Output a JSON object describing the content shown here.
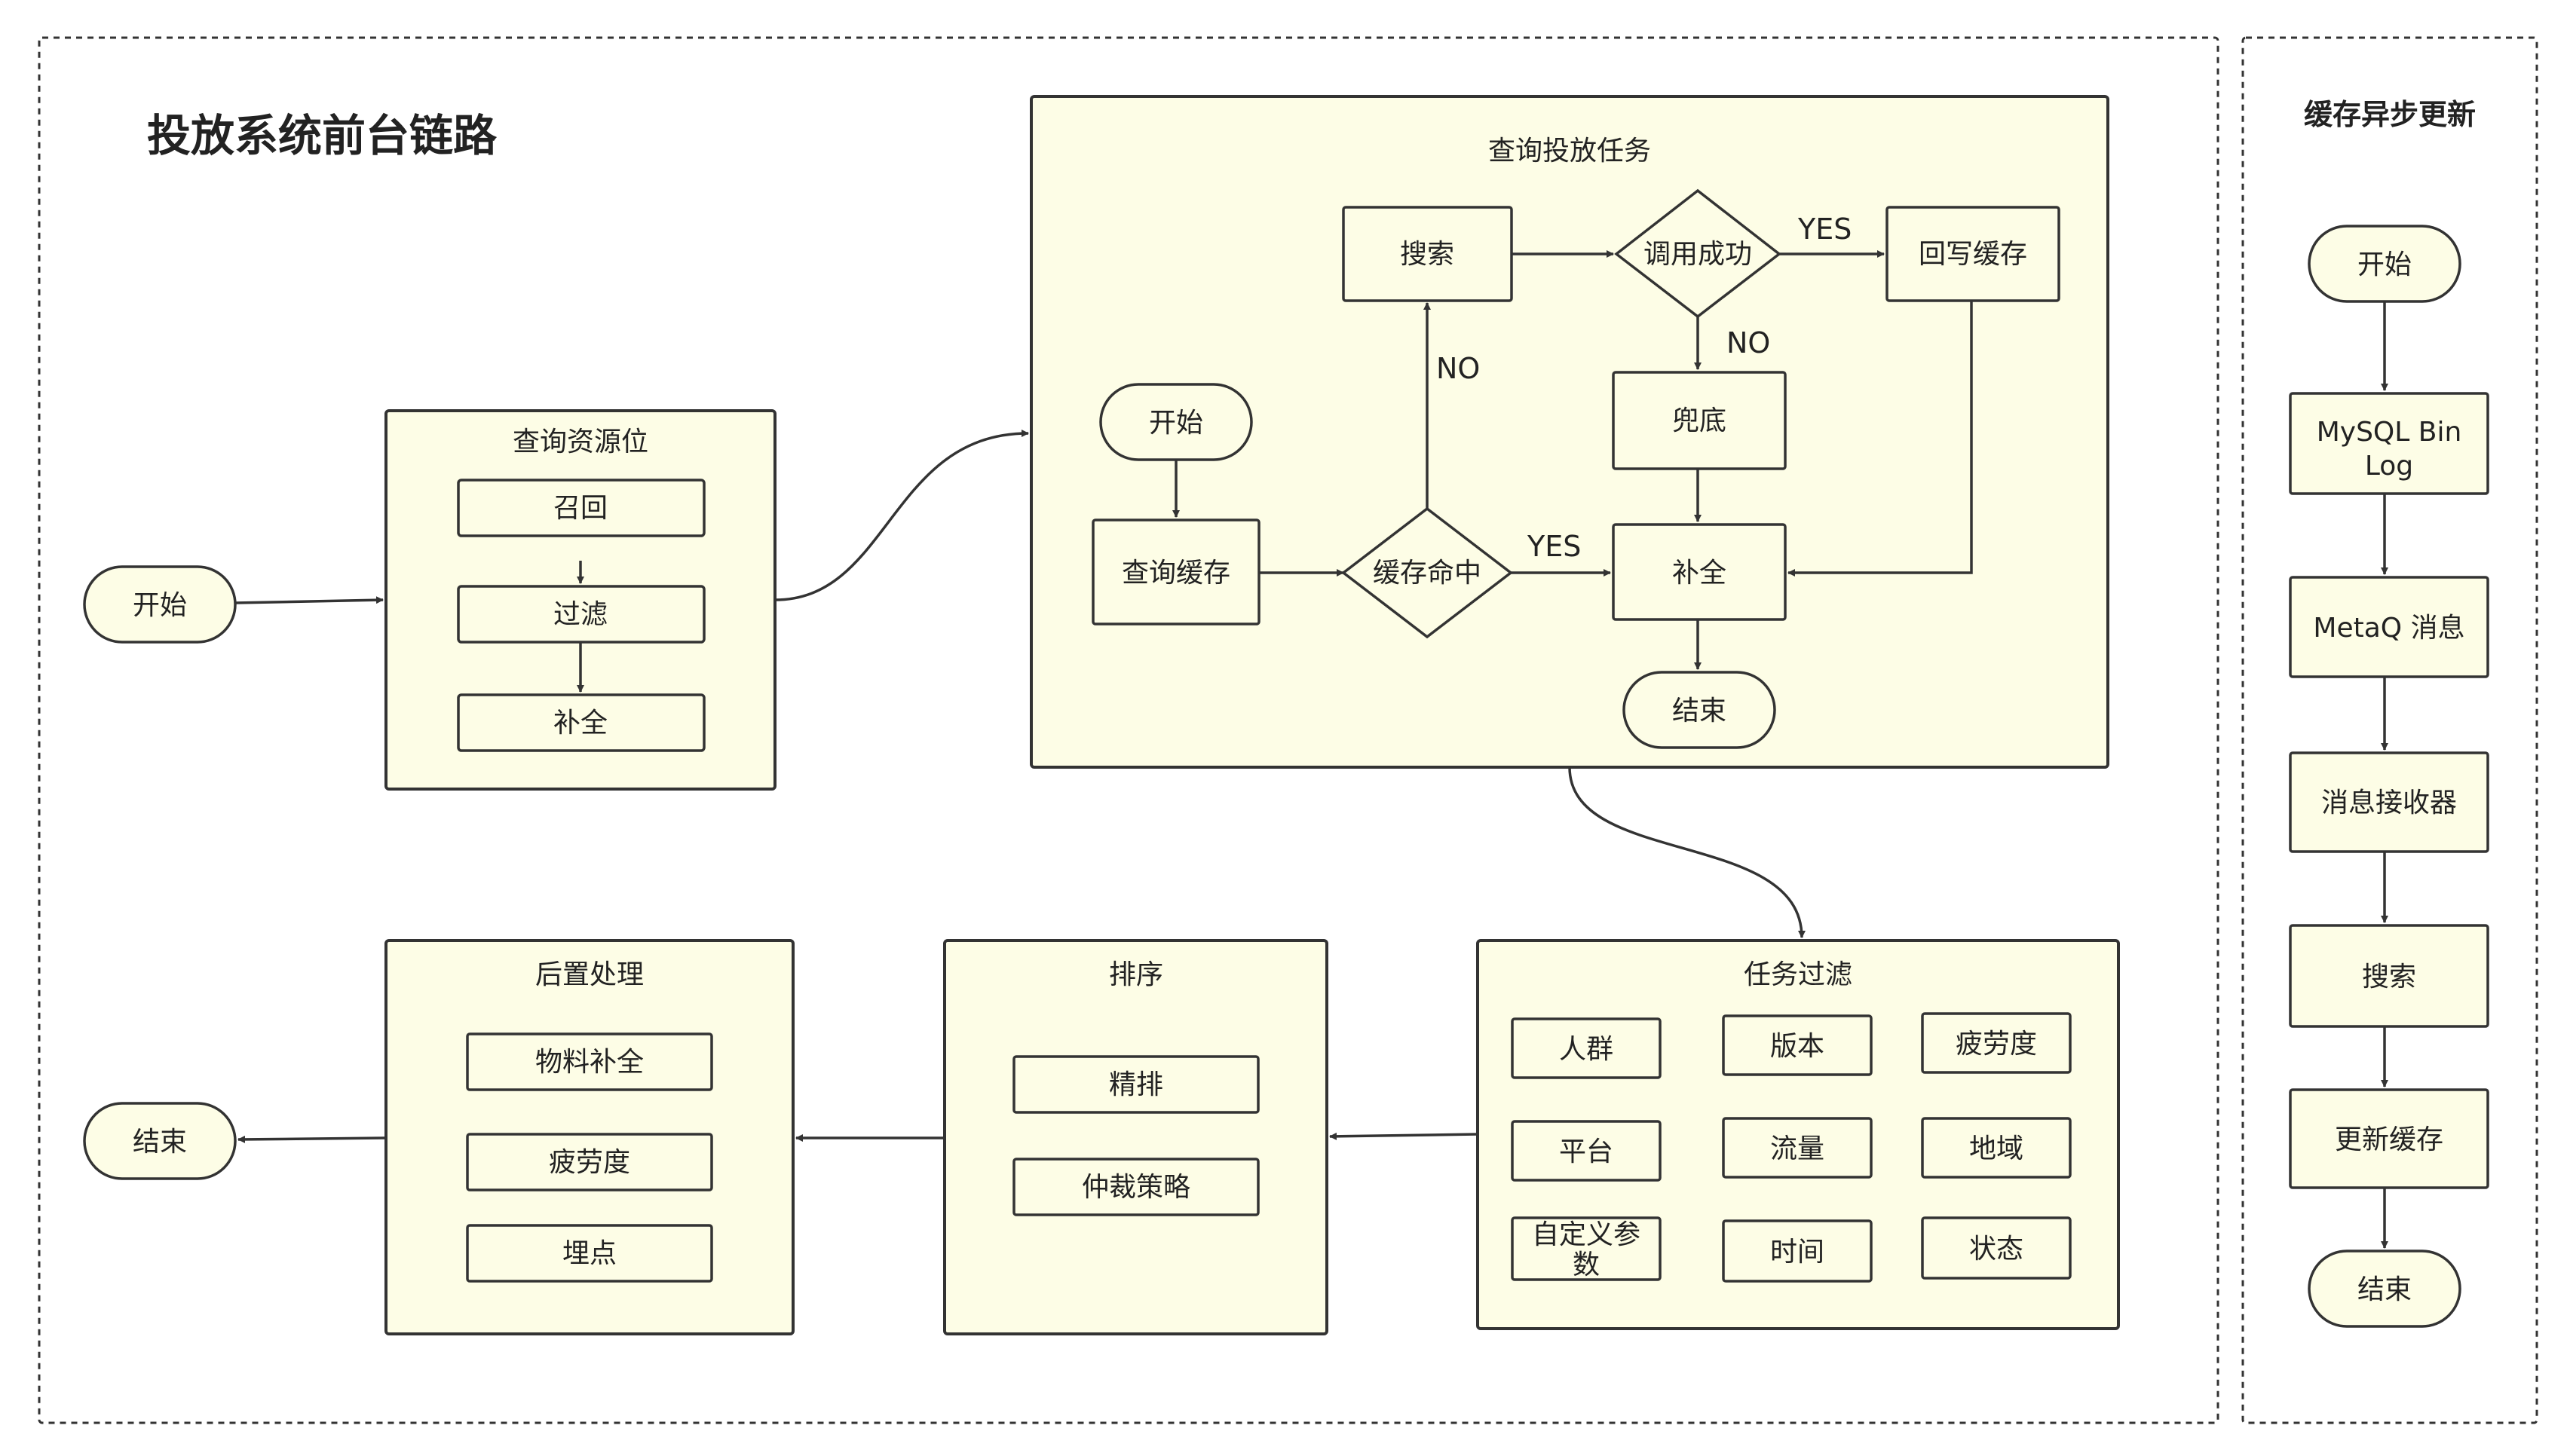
{
  "main_title": "投放系统前台链路",
  "side_title": "缓存异步更新",
  "groups": {
    "resource": "查询资源位",
    "task": "查询投放任务",
    "filter": "任务过滤",
    "sort": "排序",
    "post": "后置处理"
  },
  "nodes": {
    "start_main": "开始",
    "recall": "召回",
    "filter_step": "过滤",
    "complete_step": "补全",
    "task_start": "开始",
    "query_cache": "查询缓存",
    "cache_hit": "缓存命中",
    "search": "搜索",
    "call_success": "调用成功",
    "write_back_cache": "回写缓存",
    "fallback": "兜底",
    "task_complete": "补全",
    "task_end": "结束",
    "crowd": "人群",
    "version": "版本",
    "fatigue": "疲劳度",
    "platform": "平台",
    "traffic": "流量",
    "region": "地域",
    "custom_param_1": "自定义参",
    "custom_param_2": "数",
    "time": "时间",
    "status": "状态",
    "fine_rank": "精排",
    "arbitration": "仲裁策略",
    "material_complete": "物料补全",
    "post_fatigue": "疲劳度",
    "tracking": "埋点",
    "end_main": "结束",
    "side_start": "开始",
    "binlog_1": "MySQL Bin",
    "binlog_2": "Log",
    "metaq": "MetaQ 消息",
    "receiver": "消息接收器",
    "side_search": "搜索",
    "update_cache": "更新缓存",
    "side_end": "结束"
  },
  "edge_labels": {
    "hit_no": "NO",
    "hit_yes": "YES",
    "call_yes": "YES",
    "call_no": "NO"
  }
}
